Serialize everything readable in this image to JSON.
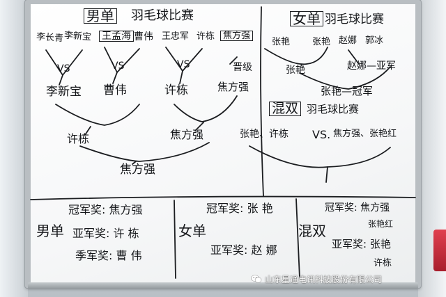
{
  "board": {
    "mens_title": "男单",
    "mens_title_rest": "羽毛球比赛",
    "mens_r1": [
      "李长青",
      "李新宝",
      "王孟海",
      "曹伟",
      "王忠军",
      "许栋",
      "焦方强"
    ],
    "vs": "VS",
    "advance_note": "晋级",
    "mens_r2": [
      "李新宝",
      "曹伟",
      "许栋",
      "焦方强"
    ],
    "mens_semi": [
      "许栋",
      "焦方强"
    ],
    "mens_winner": "焦方强",
    "womens_title": "女单",
    "womens_title_rest": "羽毛球比赛",
    "womens_r1": [
      "张艳",
      "赵娜",
      "郭冰"
    ],
    "womens_r1_extra": [
      "张艳",
      "赵娜"
    ],
    "womens_runner_up_label": "赵娜—亚军",
    "womens_champion_label": "张艳—冠军",
    "mixed_title": "混双",
    "mixed_title_rest": "羽毛球比赛",
    "mixed_match_left": "张艳、许栋",
    "mixed_vs": "VS.",
    "mixed_match_right": "焦方强、张艳红",
    "summary": {
      "mens": {
        "label": "男单",
        "champion": "冠军奖: 焦方强",
        "runner_up": "亚军奖: 许 栋",
        "third": "季军奖: 曹 伟"
      },
      "womens": {
        "label": "女单",
        "champion": "冠军奖: 张 艳",
        "runner_up": "亚军奖: 赵 娜"
      },
      "mixed": {
        "label": "混双",
        "champion": "冠军奖: 焦方强",
        "champion_partner": "张艳红",
        "runner_up": "亚军奖: 张艳",
        "runner_up_partner": "许栋"
      }
    }
  },
  "watermark": {
    "text": "山东星通电讯科技股份有限公司",
    "icon": "wechat-icon"
  },
  "colors": {
    "ink": "#15171a",
    "board": "#f7f8f9",
    "frame": "#b9bec2"
  }
}
